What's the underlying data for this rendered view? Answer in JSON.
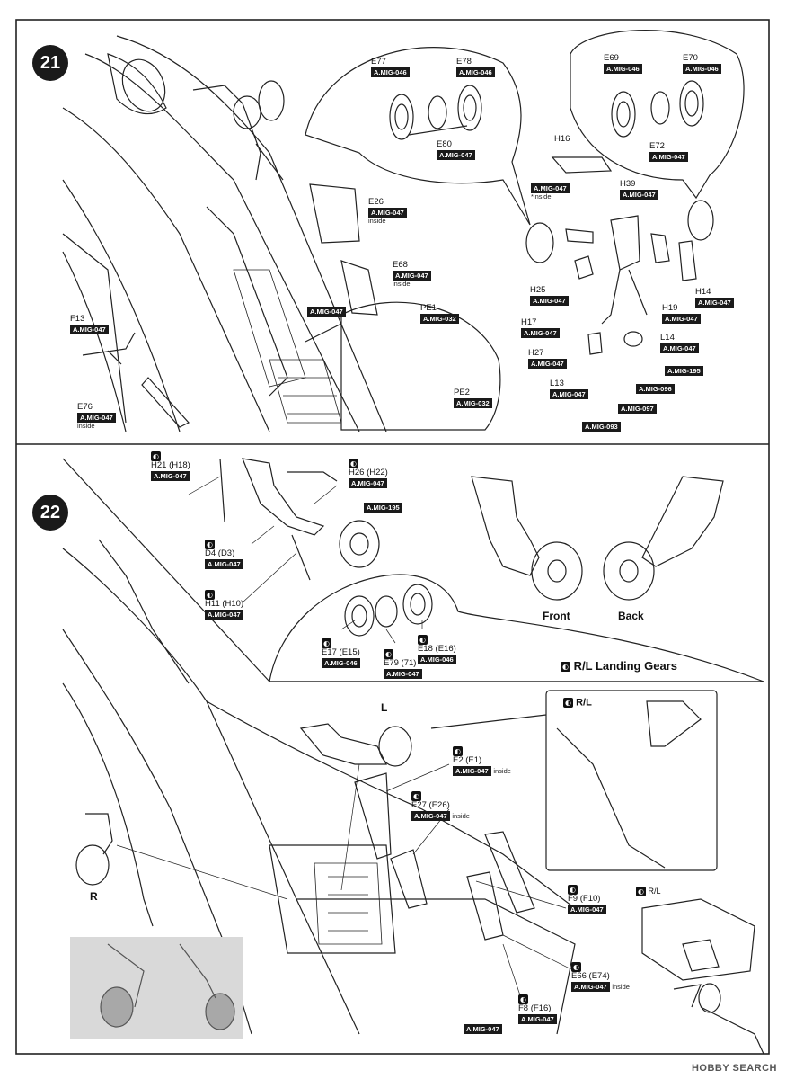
{
  "steps": {
    "s21": "21",
    "s22": "22"
  },
  "step21": {
    "E77": {
      "pn": "E77",
      "tag": "A.MIG-046"
    },
    "E78": {
      "pn": "E78",
      "tag": "A.MIG-046"
    },
    "E80": {
      "pn": "E80",
      "tag": "A.MIG-047"
    },
    "E69": {
      "pn": "E69",
      "tag": "A.MIG-046"
    },
    "E70": {
      "pn": "E70",
      "tag": "A.MIG-046"
    },
    "E72": {
      "pn": "E72",
      "tag": "A.MIG-047"
    },
    "H16": {
      "pn": "H16"
    },
    "inside_tag": {
      "tag": "A.MIG-047",
      "note": "*inside"
    },
    "H39": {
      "pn": "H39",
      "tag": "A.MIG-047"
    },
    "E26": {
      "pn": "E26",
      "tag": "A.MIG-047",
      "note": "inside"
    },
    "E68": {
      "pn": "E68",
      "tag": "A.MIG-047",
      "note": "inside"
    },
    "mid_tag": {
      "tag": "A.MIG-047"
    },
    "PE1": {
      "pn": "PE1",
      "tag": "A.MIG-032"
    },
    "PE2": {
      "pn": "PE2",
      "tag": "A.MIG-032"
    },
    "F13": {
      "pn": "F13",
      "tag": "A.MIG-047"
    },
    "E76": {
      "pn": "E76",
      "tag": "A.MIG-047",
      "note": "inside"
    },
    "H25": {
      "pn": "H25",
      "tag": "A.MIG-047"
    },
    "H17": {
      "pn": "H17",
      "tag": "A.MIG-047"
    },
    "H27": {
      "pn": "H27",
      "tag": "A.MIG-047"
    },
    "L13": {
      "pn": "L13",
      "tag": "A.MIG-047"
    },
    "H19": {
      "pn": "H19",
      "tag": "A.MIG-047"
    },
    "H14": {
      "pn": "H14",
      "tag": "A.MIG-047"
    },
    "L14": {
      "pn": "L14",
      "tag": "A.MIG-047"
    },
    "t195": {
      "tag": "A.MIG-195"
    },
    "t096": {
      "tag": "A.MIG-096"
    },
    "t097": {
      "tag": "A.MIG-097"
    },
    "t093": {
      "tag": "A.MIG-093"
    }
  },
  "step22": {
    "H21": {
      "pn": "H21 (H18)",
      "tag": "A.MIG-047"
    },
    "H26": {
      "pn": "H26 (H22)",
      "tag": "A.MIG-047"
    },
    "t195": {
      "tag": "A.MIG-195"
    },
    "D4": {
      "pn": "D4 (D3)",
      "tag": "A.MIG-047"
    },
    "H11": {
      "pn": "H11 (H10)",
      "tag": "A.MIG-047"
    },
    "E17": {
      "pn": "E17 (E15)",
      "tag": "A.MIG-046"
    },
    "E79": {
      "pn": "E79 (71)",
      "tag": "A.MIG-047"
    },
    "E18": {
      "pn": "E18 (E16)",
      "tag": "A.MIG-046"
    },
    "front": "Front",
    "back": "Back",
    "rl_gears": "R/L Landing Gears",
    "L": "L",
    "R": "R",
    "RL_inset": "R/L",
    "RL_small": "R/L",
    "E2": {
      "pn": "E2 (E1)",
      "tag": "A.MIG-047",
      "note": "inside"
    },
    "E27": {
      "pn": "E27 (E26)",
      "tag": "A.MIG-047",
      "note": "inside"
    },
    "F9": {
      "pn": "F9 (F10)",
      "tag": "A.MIG-047"
    },
    "E66": {
      "pn": "E66 (E74)",
      "tag": "A.MIG-047",
      "note": "inside"
    },
    "F8": {
      "pn": "F8 (F16)",
      "tag": "A.MIG-047"
    },
    "bottom_tag": {
      "tag": "A.MIG-047"
    }
  },
  "watermark": "HOBBY SEARCH"
}
